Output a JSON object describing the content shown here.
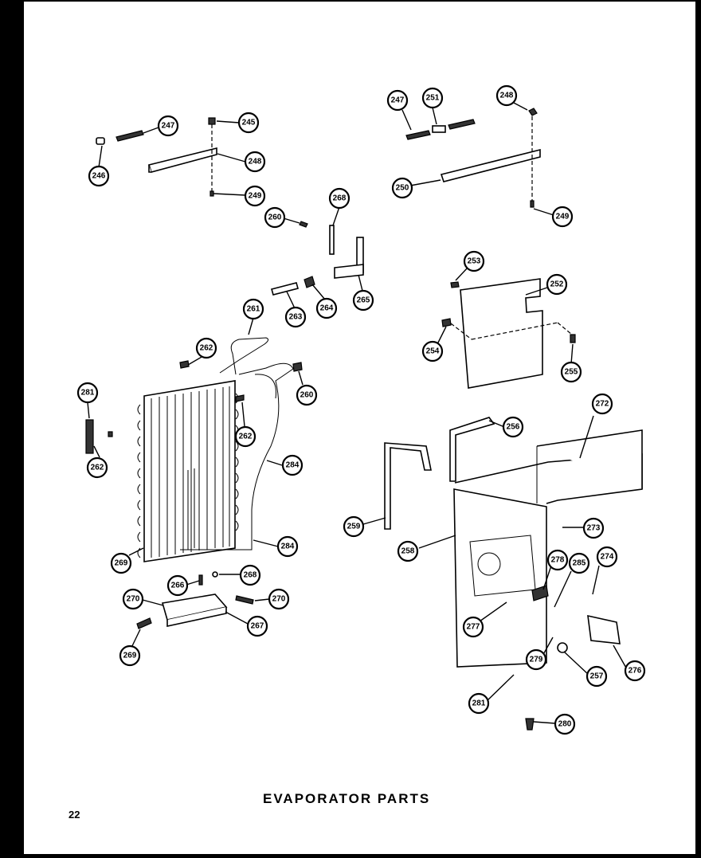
{
  "title": "EVAPORATOR PARTS",
  "page_number": "22",
  "callouts": [
    "247",
    "245",
    "246",
    "248",
    "249",
    "247",
    "251",
    "248",
    "250",
    "249",
    "260",
    "268",
    "263",
    "264",
    "265",
    "253",
    "252",
    "254",
    "255",
    "261",
    "262",
    "260",
    "281",
    "262",
    "262",
    "284",
    "284",
    "269",
    "266",
    "268",
    "270",
    "270",
    "267",
    "269",
    "256",
    "272",
    "259",
    "258",
    "273",
    "278",
    "285",
    "274",
    "277",
    "279",
    "257",
    "276",
    "281",
    "280"
  ]
}
